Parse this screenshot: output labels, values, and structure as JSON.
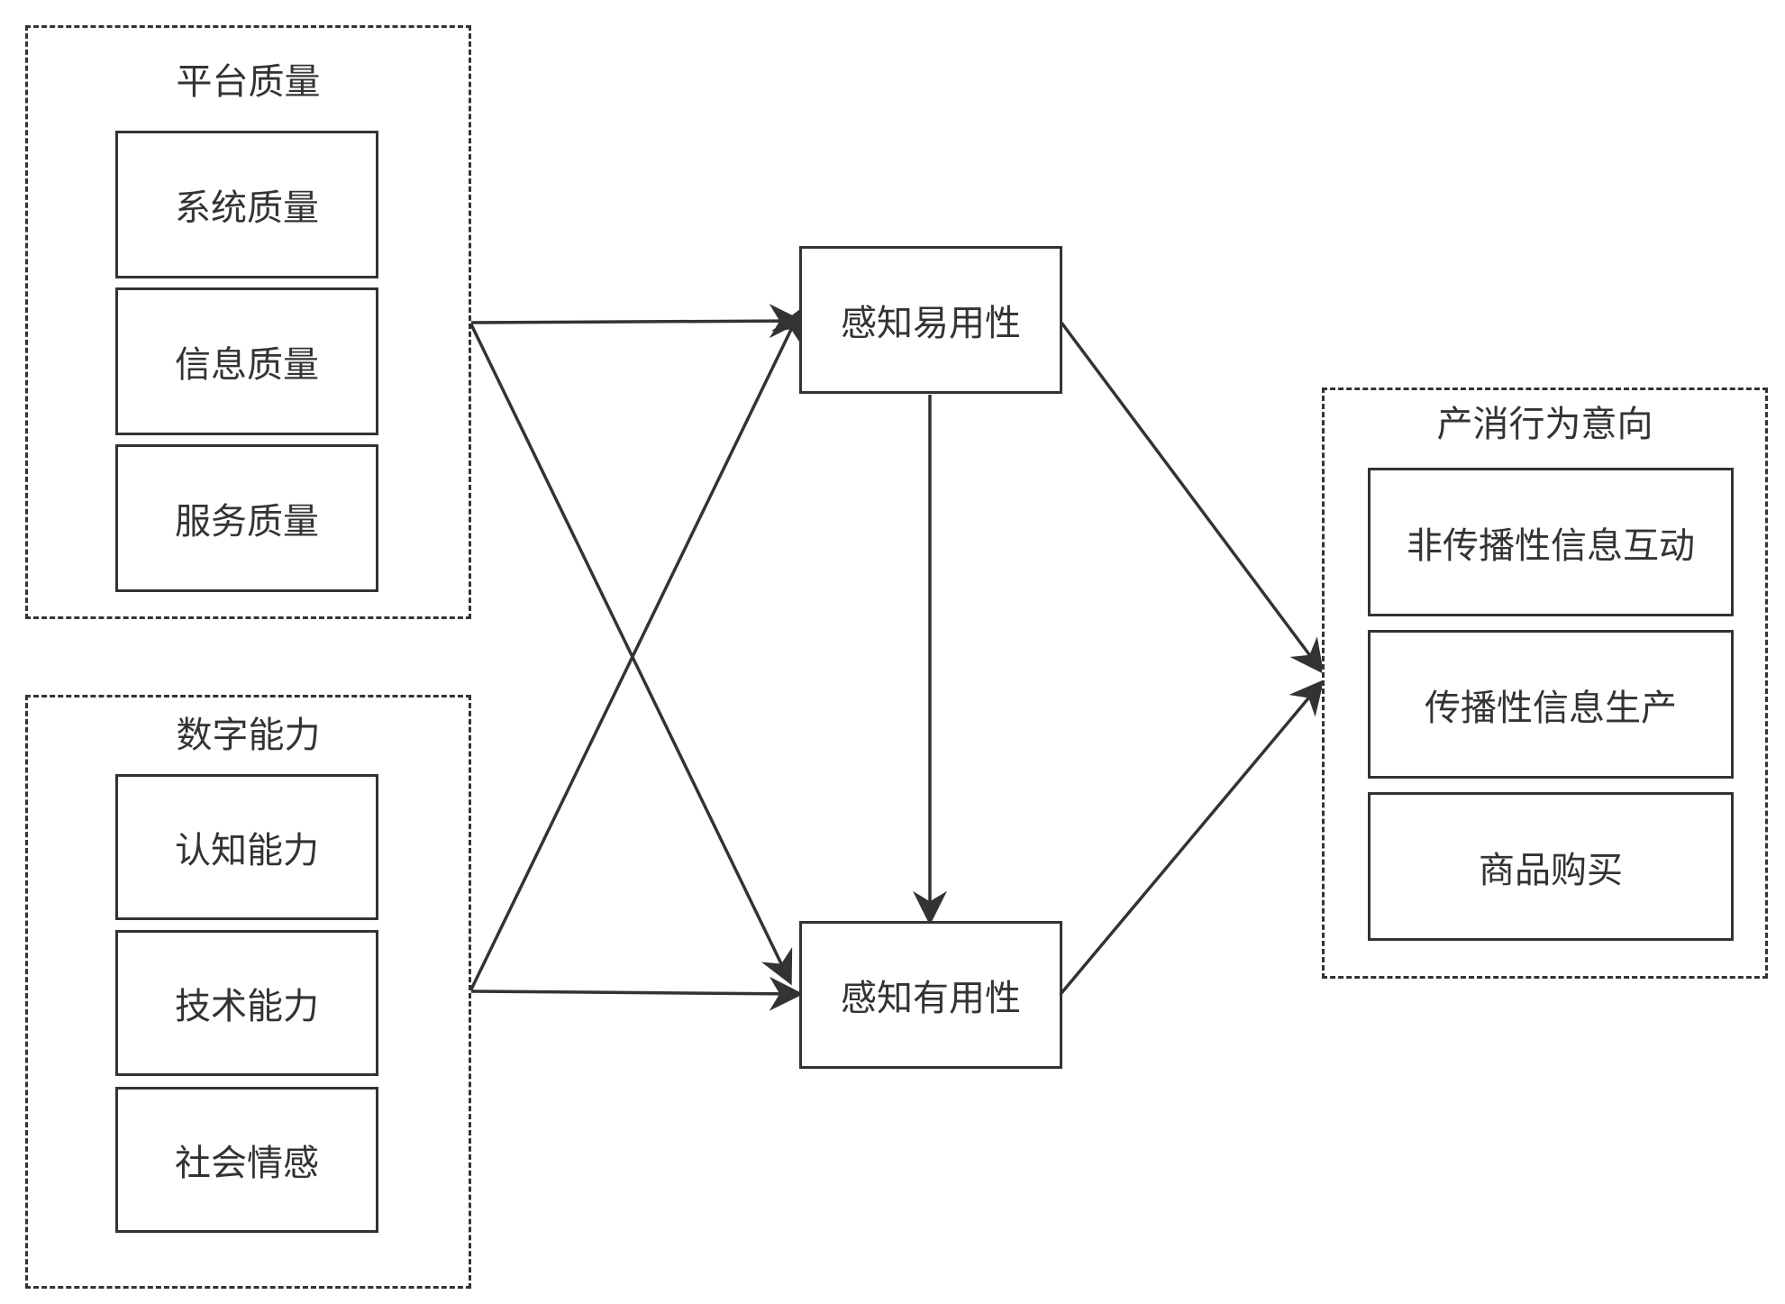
{
  "groups": {
    "platform_quality": {
      "title": "平台质量",
      "items": [
        "系统质量",
        "信息质量",
        "服务质量"
      ]
    },
    "digital_ability": {
      "title": "数字能力",
      "items": [
        "认知能力",
        "技术能力",
        "社会情感"
      ]
    },
    "prosumer_intention": {
      "title": "产消行为意向",
      "items": [
        "非传播性信息互动",
        "传播性信息生产",
        "商品购买"
      ]
    }
  },
  "nodes": {
    "perceived_ease_of_use": "感知易用性",
    "perceived_usefulness": "感知有用性"
  },
  "colors": {
    "stroke": "#333333",
    "background": "#ffffff"
  }
}
